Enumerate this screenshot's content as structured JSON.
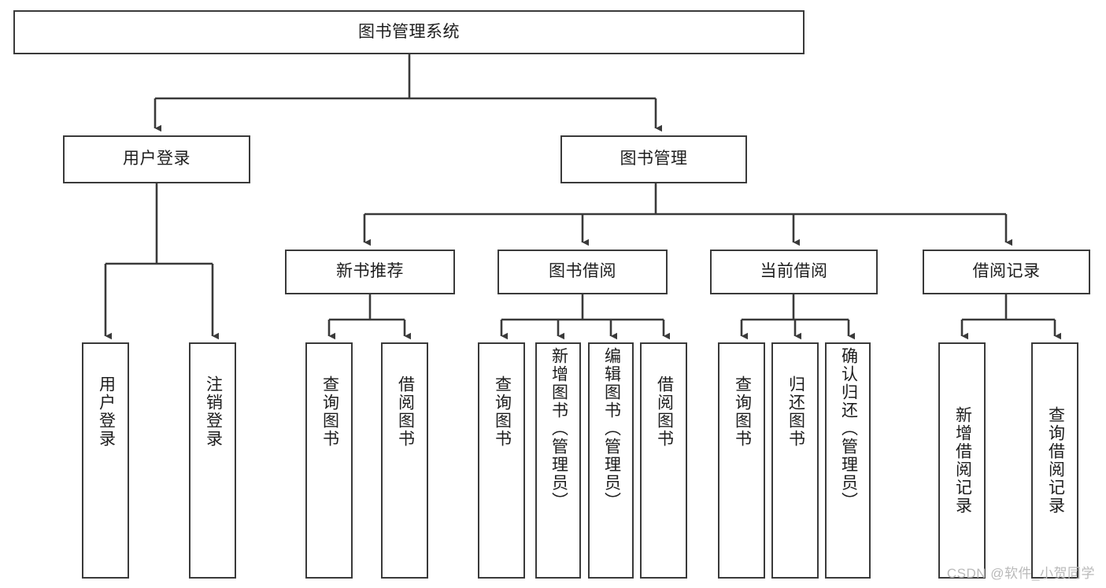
{
  "diagram": {
    "title": "图书管理系统",
    "type": "tree",
    "root": {
      "label": "图书管理系统"
    },
    "level2": [
      {
        "label": "用户登录"
      },
      {
        "label": "图书管理"
      }
    ],
    "level3": [
      {
        "label": "新书推荐"
      },
      {
        "label": "图书借阅"
      },
      {
        "label": "当前借阅"
      },
      {
        "label": "借阅记录"
      }
    ],
    "leaves": {
      "user_login": [
        {
          "label": "用户登录"
        },
        {
          "label": "注销登录"
        }
      ],
      "new_book_recommend": [
        {
          "label": "查询图书"
        },
        {
          "label": "借阅图书"
        }
      ],
      "book_borrow": [
        {
          "label": "查询图书"
        },
        {
          "label": "新增图书（管理员）"
        },
        {
          "label": "编辑图书（管理员）"
        },
        {
          "label": "借阅图书"
        }
      ],
      "current_borrow": [
        {
          "label": "查询图书"
        },
        {
          "label": "归还图书"
        },
        {
          "label": "确认归还（管理员）"
        }
      ],
      "borrow_record": [
        {
          "label": "新增借阅记录"
        },
        {
          "label": "查询借阅记录"
        }
      ]
    }
  },
  "watermark": {
    "text": "CSDN @软件_小贺同学"
  },
  "colors": {
    "stroke": "#3a3a3a",
    "background": "#ffffff",
    "text": "#1d1d1d",
    "watermark": "#b9b9b9"
  }
}
